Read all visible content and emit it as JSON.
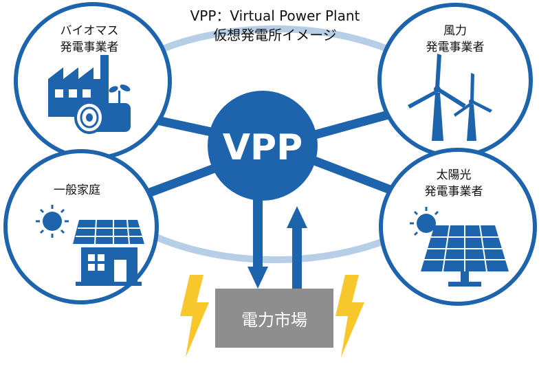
{
  "title": {
    "line1": "VPP：Virtual Power Plant",
    "line2": "仮想発電所イメージ"
  },
  "center": {
    "label": "VPP"
  },
  "nodes": {
    "biomass": {
      "line1": "バイオマス",
      "line2": "発電事業者",
      "icon": "factory-log-icon"
    },
    "wind": {
      "line1": "風力",
      "line2": "発電事業者",
      "icon": "wind-turbine-icon"
    },
    "home": {
      "line1": "一般家庭",
      "icon": "house-solar-icon"
    },
    "solar": {
      "line1": "太陽光",
      "line2": "発電事業者",
      "icon": "solar-panel-icon"
    }
  },
  "market": {
    "label": "電力市場",
    "icon": "lightning-icon"
  },
  "colors": {
    "primary": "#1e64ad",
    "ring": "#b6cfe6",
    "market_box": "#8e8e8e",
    "lightning": "#f7c72b"
  }
}
